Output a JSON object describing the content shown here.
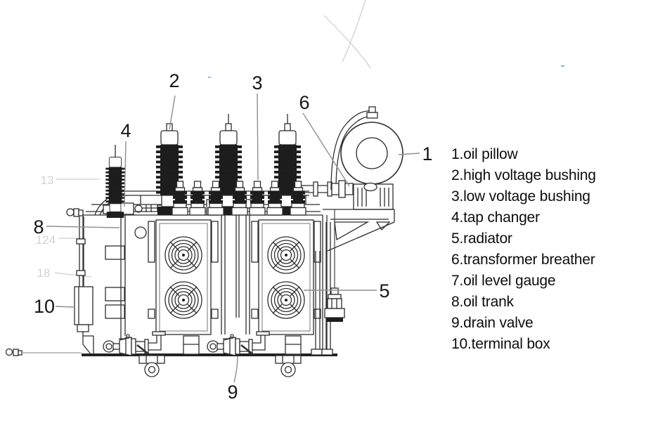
{
  "legend": {
    "items": [
      "1.oil pillow",
      "2.high voltage bushing",
      "3.low voltage bushing",
      "4.tap changer",
      "5.radiator",
      "6.transformer breather",
      "7.oil level gauge",
      "8.oil trank",
      "9.drain valve",
      "10.terminal box"
    ]
  },
  "callouts": {
    "c1": "1",
    "c2": "2",
    "c3": "3",
    "c4": "4",
    "c5": "5",
    "c6": "6",
    "c8": "8",
    "c9": "9",
    "c10": "10"
  },
  "watermarks": {
    "w1": "13",
    "w2": "124",
    "w3": "18"
  },
  "colors": {
    "background": "#ffffff",
    "line": "#2e2e2e",
    "leader": "#8f8f8f",
    "watermark": "#d2d2d2",
    "text": "#0d0d0d"
  }
}
